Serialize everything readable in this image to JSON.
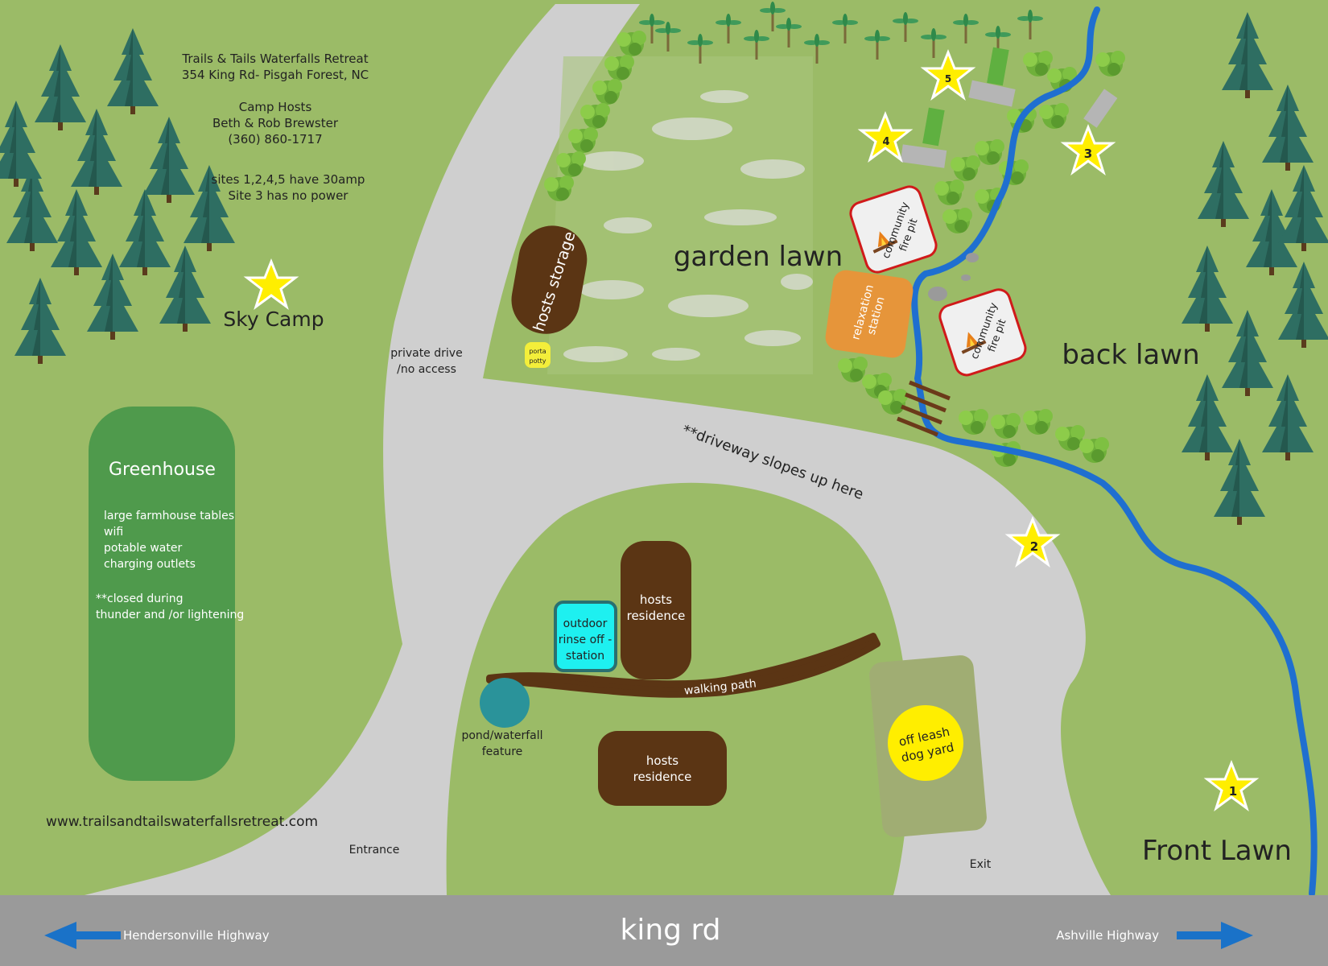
{
  "info": {
    "retreat_name": "Trails & Tails Waterfalls Retreat",
    "address": "354 King Rd-  Pisgah Forest, NC",
    "hosts_heading": "Camp Hosts",
    "hosts_names": "Beth & Rob Brewster",
    "phone": "(360) 860-1717",
    "power_line1": "sites 1,2,4,5 have 30amp",
    "power_line2": "Site 3 has no power",
    "website": "www.trailsandtailswaterfallsretreat.com"
  },
  "areas": {
    "sky_camp": "Sky Camp",
    "garden_lawn": "garden lawn",
    "back_lawn": "back lawn",
    "front_lawn": "Front Lawn"
  },
  "greenhouse": {
    "title": "Greenhouse",
    "features": [
      "large farmhouse tables",
      "wifi",
      "potable water",
      "charging outlets"
    ],
    "note_line1": "**closed during",
    "note_line2": "thunder and /or lightening"
  },
  "buildings": {
    "hosts_storage": "hosts storage",
    "porta_potty_1": "porta",
    "porta_potty_2": "potty",
    "hosts_residence_top_1": "hosts",
    "hosts_residence_top_2": "residence",
    "hosts_residence_bottom_1": "hosts",
    "hosts_residence_bottom_2": "residence",
    "rinse_1": "outdoor",
    "rinse_2": "rinse off -",
    "rinse_3": "station",
    "fire_pit_1": "community",
    "fire_pit_2": "fire pit",
    "relax_1": "relaxation",
    "relax_2": "station",
    "dog_yard_1": "off leash",
    "dog_yard_2": "dog yard",
    "pond_1": "pond/waterfall",
    "pond_2": "feature",
    "walking_path": "walking path"
  },
  "roads": {
    "private_drive_1": "private drive",
    "private_drive_2": "/no access",
    "driveway_note": "**driveway slopes up here",
    "entrance": "Entrance",
    "exit": "Exit",
    "main_road": "king rd",
    "left_direction": "Hendersonville Highway",
    "right_direction": "Ashville Highway"
  },
  "sites": [
    "1",
    "2",
    "3",
    "4",
    "5"
  ],
  "colors": {
    "grass": "#9bbb67",
    "road": "#cfcfcf",
    "king_rd": "#9a9a9a",
    "building_brown": "#5b3514",
    "greenhouse": "#4f9a4c",
    "creek": "#1f6fd0",
    "star": "#ffee00",
    "arrow": "#1a72c8"
  }
}
